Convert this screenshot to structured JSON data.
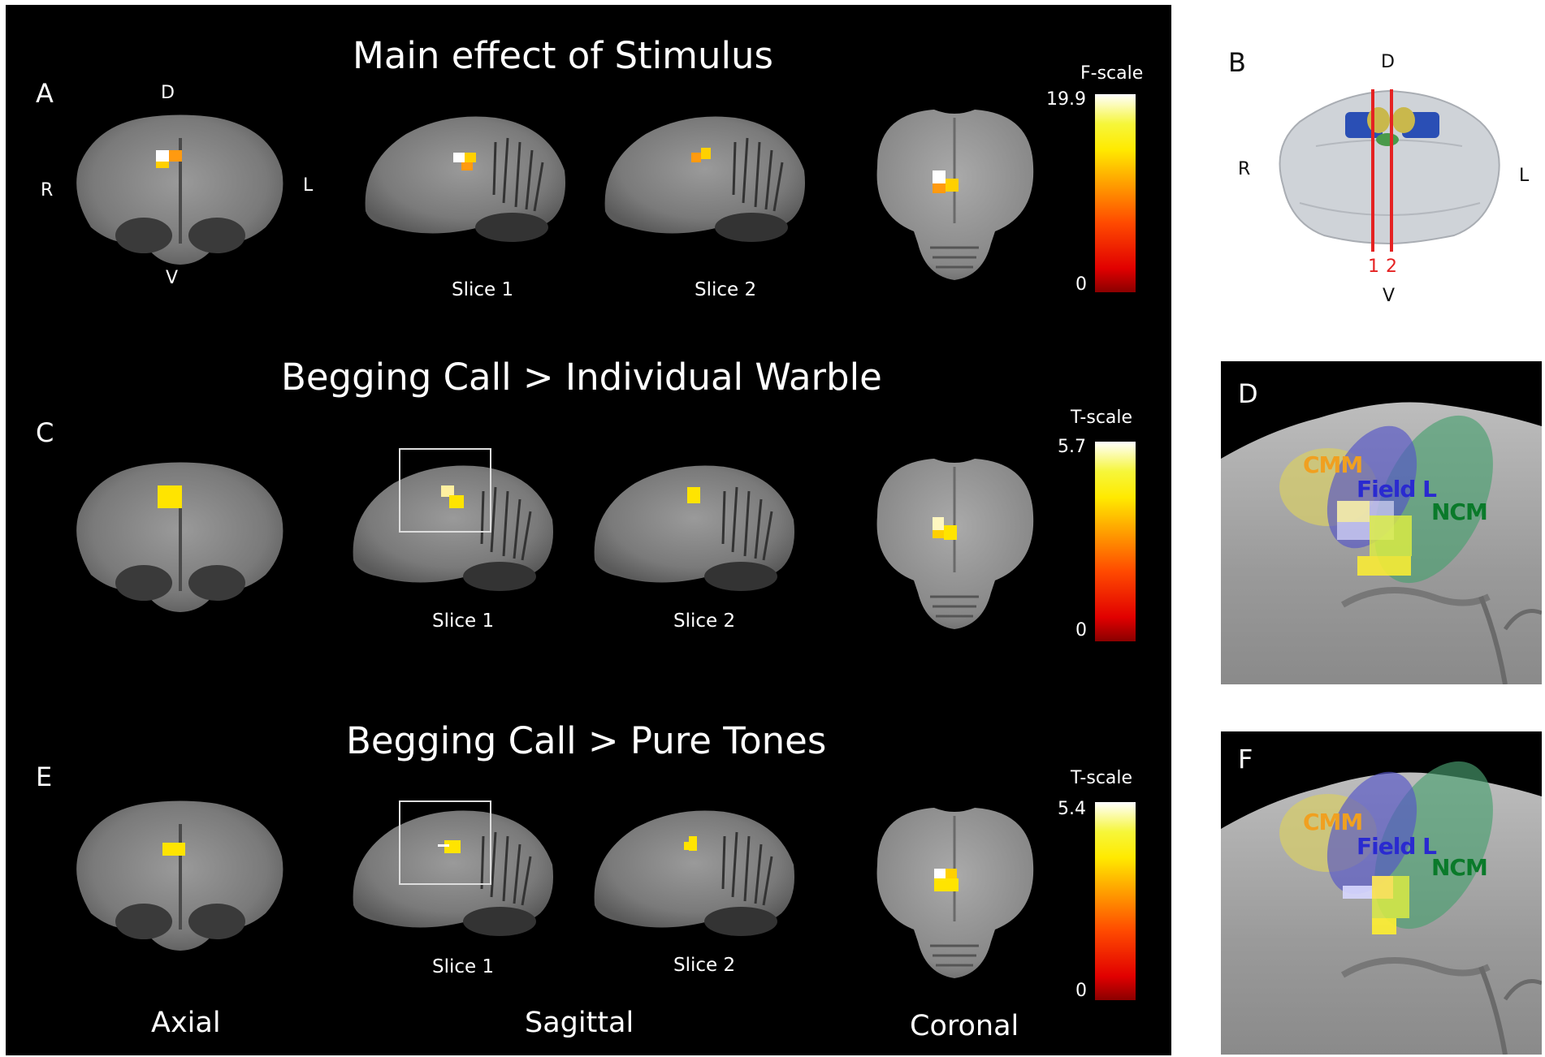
{
  "rows": [
    {
      "letter": "A",
      "title": "Main effect of Stimulus",
      "scale_name": "F-scale",
      "scale_max": "19.9",
      "scale_min": "0",
      "slice1": "Slice 1",
      "slice2": "Slice 2"
    },
    {
      "letter": "C",
      "title": "Begging Call > Individual Warble",
      "scale_name": "T-scale",
      "scale_max": "5.7",
      "scale_min": "0",
      "slice1": "Slice 1",
      "slice2": "Slice 2"
    },
    {
      "letter": "E",
      "title": "Begging Call > Pure Tones",
      "scale_name": "T-scale",
      "scale_max": "5.4",
      "scale_min": "0",
      "slice1": "Slice 1",
      "slice2": "Slice 2"
    }
  ],
  "orientation_a": {
    "dorsal": "D",
    "ventral": "V",
    "right": "R",
    "left": "L"
  },
  "bottom_labels": {
    "axial": "Axial",
    "sagittal": "Sagittal",
    "coronal": "Coronal"
  },
  "panel_b": {
    "letter": "B",
    "dorsal": "D",
    "ventral": "V",
    "right": "R",
    "left": "L",
    "line1": "1",
    "line2": "2",
    "line_color": "#e52222"
  },
  "panel_d": {
    "letter": "D",
    "cmm": "CMM",
    "field_l": "Field L",
    "ncm": "NCM"
  },
  "panel_f": {
    "letter": "F",
    "cmm": "CMM",
    "field_l": "Field L",
    "ncm": "NCM"
  },
  "colors": {
    "cmm": "#f0a020",
    "field_l": "#2a2ad0",
    "ncm": "#0a7a2a"
  }
}
